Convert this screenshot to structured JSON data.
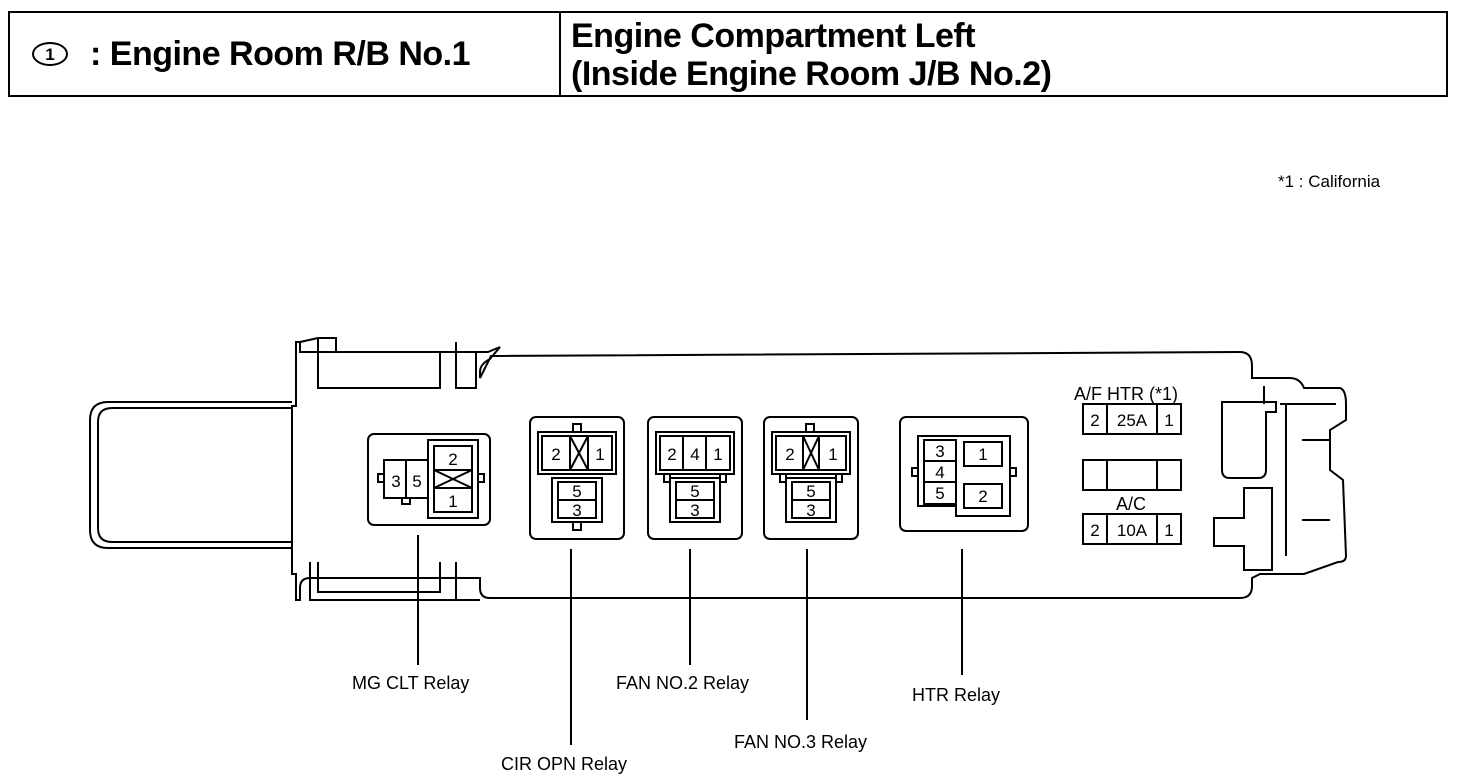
{
  "header": {
    "circle_number": "1",
    "room_title": ": Engine Room R/B No.1",
    "location_line1": "Engine Compartment Left",
    "location_line2": "(Inside Engine Room J/B No.2)"
  },
  "footnote": "*1 : California",
  "relays": {
    "mg_clt": {
      "label": "MG CLT Relay",
      "pins": [
        "3",
        "5",
        "2",
        "1"
      ]
    },
    "cir_opn": {
      "label": "CIR OPN Relay",
      "pins": [
        "2",
        "1",
        "5",
        "3"
      ]
    },
    "fan_no2": {
      "label": "FAN NO.2 Relay",
      "pins": [
        "2",
        "4",
        "1",
        "5",
        "3"
      ]
    },
    "fan_no3": {
      "label": "FAN NO.3 Relay",
      "pins": [
        "2",
        "1",
        "5",
        "3"
      ]
    },
    "htr": {
      "label": "HTR Relay",
      "pins": [
        "3",
        "4",
        "5",
        "1",
        "2"
      ]
    }
  },
  "fuses": {
    "af_htr": {
      "label": "A/F HTR (*1)",
      "pin_left": "2",
      "rating": "25A",
      "pin_right": "1"
    },
    "ac": {
      "label": "A/C",
      "pin_left": "2",
      "rating": "10A",
      "pin_right": "1"
    }
  }
}
